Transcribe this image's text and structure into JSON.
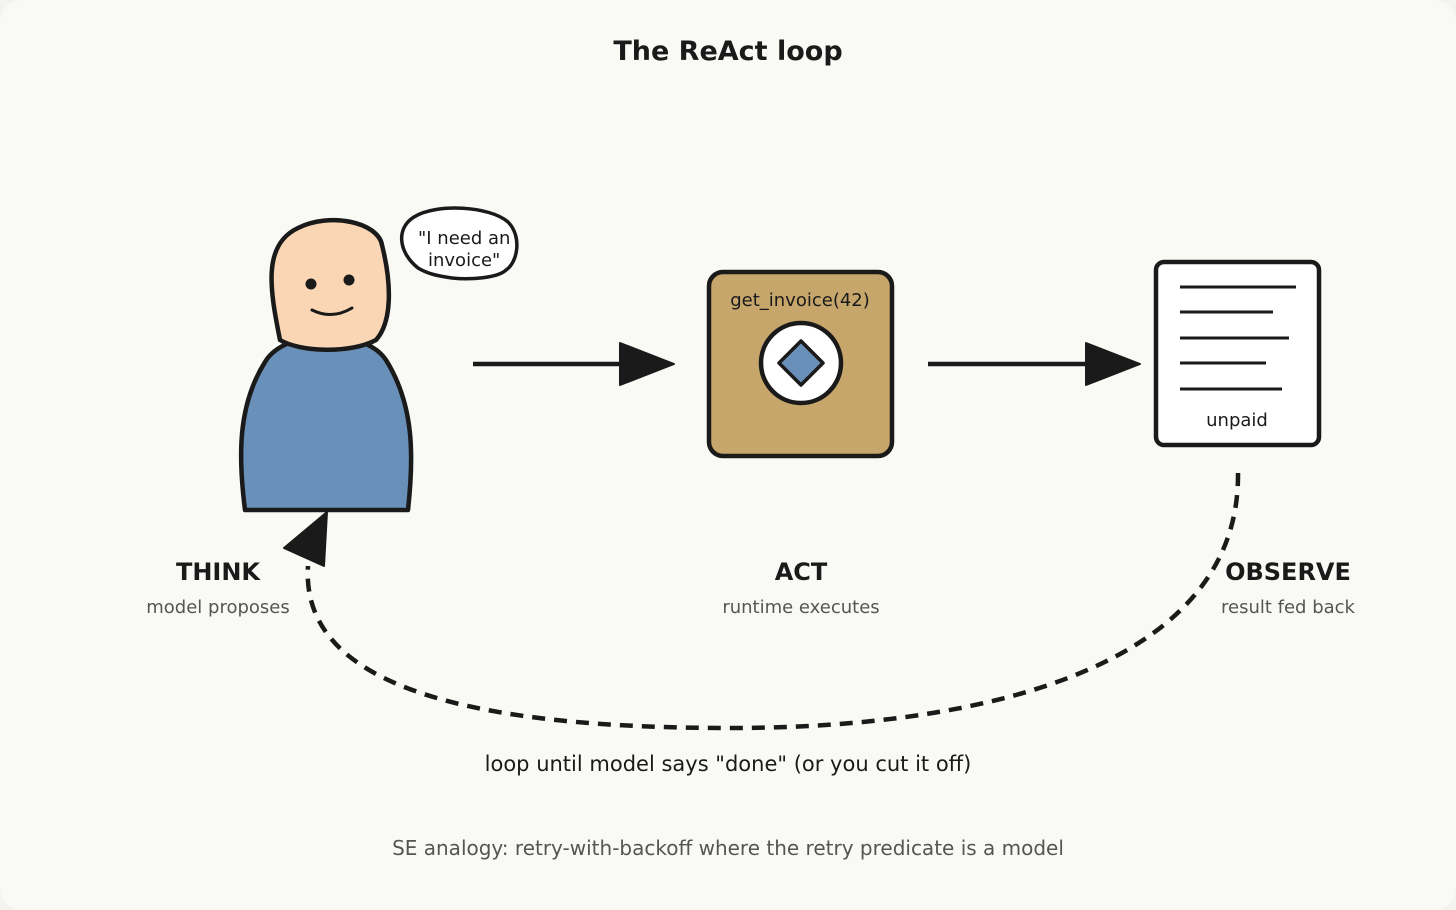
{
  "title": "The ReAct loop",
  "stages": {
    "think": {
      "label": "THINK",
      "sub": "model proposes"
    },
    "act": {
      "label": "ACT",
      "sub": "runtime executes"
    },
    "observe": {
      "label": "OBSERVE",
      "sub": "result fed back"
    }
  },
  "speech_bubble": {
    "line1": "\"I need an",
    "line2": "invoice\""
  },
  "tool_call": "get_invoice(42)",
  "document_status": "unpaid",
  "loop_caption": "loop until model says \"done\" (or you cut it off)",
  "analogy": "SE analogy: retry-with-backoff where the retry predicate is a model",
  "colors": {
    "skin": "#fad6b5",
    "body": "#6890b8",
    "tool_box": "#c6a66a",
    "diamond": "#6890b8",
    "stroke": "#1a1a1a"
  }
}
